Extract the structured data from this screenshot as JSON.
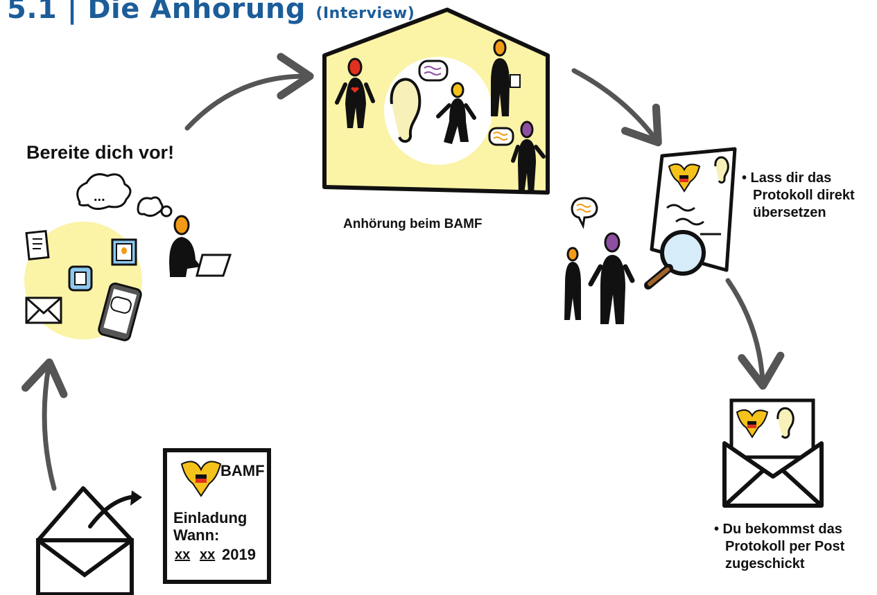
{
  "title": {
    "main": "5.1 | Die Anhörung",
    "sub": "(Interview)"
  },
  "steps": {
    "prepare": "Bereite dich vor!",
    "hearing": "Anhörung beim BAMF",
    "translate": [
      "• Lass dir das",
      "Protokoll direkt",
      "übersetzen"
    ],
    "post": [
      "• Du bekommst das",
      "Protokoll per Post",
      "zugeschickt"
    ]
  },
  "letter": {
    "org": "BAMF",
    "heading": "Einladung",
    "when": "Wann:",
    "date_day": "xx",
    "date_month": "xx",
    "date_year": "2019"
  },
  "speech_bubble": "...",
  "colors": {
    "title": "#1c5d99",
    "house_fill": "#fbf3a6",
    "circle_fill": "#fbf3a6",
    "arrow": "#555555",
    "person_red": "#e0301e",
    "person_orange": "#f29a17",
    "person_purple": "#8e4fa0",
    "person_yellow": "#f5c21b",
    "tablet_blue": "#8cc8f0",
    "ear": "#f7f0b8"
  },
  "icons": [
    "house-icon",
    "ear-icon",
    "speech-bubble-icon",
    "thought-cloud-icon",
    "document-icon",
    "photo-icon",
    "envelope-icon",
    "smartphone-icon",
    "laptop-icon",
    "eagle-emblem-icon",
    "magnifier-icon",
    "arrow-icon"
  ]
}
